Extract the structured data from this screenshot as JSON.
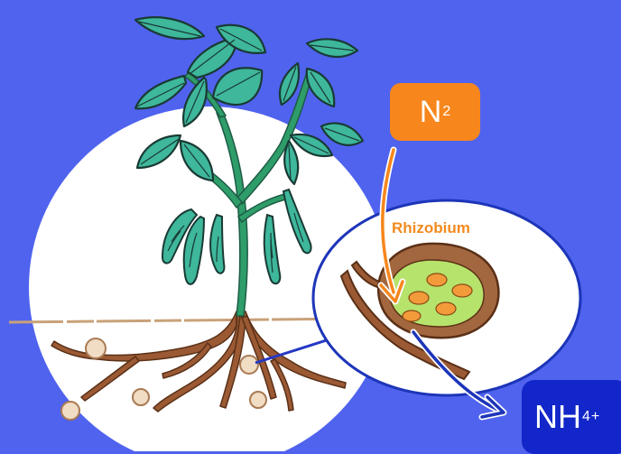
{
  "colors": {
    "background": "#4f63ee",
    "circle": "#ffffff",
    "leaf": "#3eb79b",
    "leaf_outline": "#1a3a34",
    "stem": "#2e9d6a",
    "root": "#9b5a34",
    "soil_line": "#c9a27a",
    "nodule": "#f1dcc4",
    "n2_badge": "#f7861c",
    "nh4_badge": "#1226c9",
    "bacteria": "#f39a3b",
    "nodule_interior": "#b6e36c",
    "arrow_blue": "#1d35b8"
  },
  "labels": {
    "n2": {
      "main": "N",
      "sub": "2"
    },
    "rhizobium": "Rhizobium",
    "nh4": {
      "main": "NH",
      "sub": "4",
      "sup": "+"
    }
  },
  "icons": [
    "plant-icon",
    "root-nodule-icon",
    "bacteria-icon"
  ]
}
